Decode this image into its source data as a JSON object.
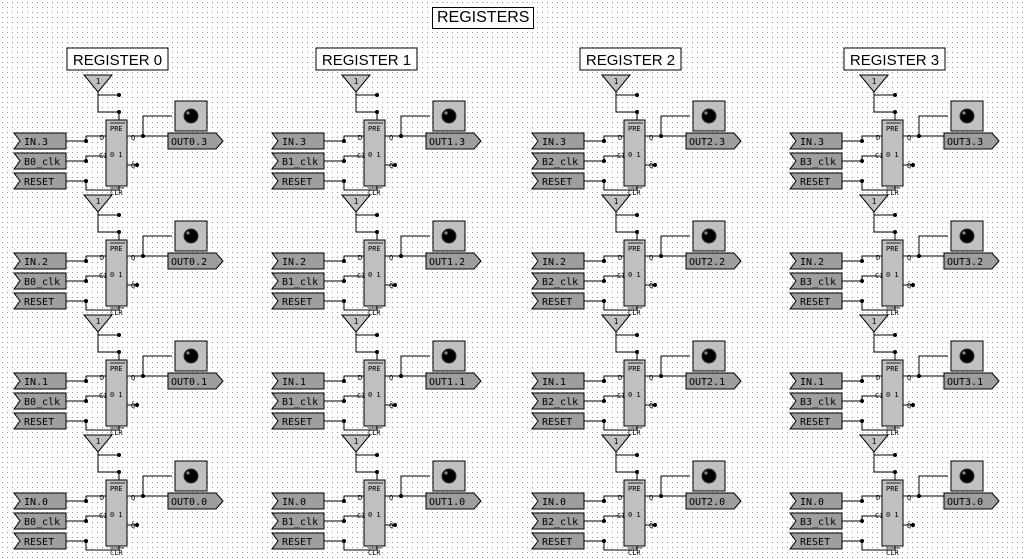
{
  "title": "REGISTERS",
  "registers": [
    {
      "title": "REGISTER 0",
      "clk": "B0_clk",
      "bits": [
        {
          "in": "IN.3",
          "out": "OUT0.3"
        },
        {
          "in": "IN.2",
          "out": "OUT0.2"
        },
        {
          "in": "IN.1",
          "out": "OUT0.1"
        },
        {
          "in": "IN.0",
          "out": "OUT0.0"
        }
      ]
    },
    {
      "title": "REGISTER 1",
      "clk": "B1_clk",
      "bits": [
        {
          "in": "IN.3",
          "out": "OUT1.3"
        },
        {
          "in": "IN.2",
          "out": "OUT1.2"
        },
        {
          "in": "IN.1",
          "out": "OUT1.1"
        },
        {
          "in": "IN.0",
          "out": "OUT1.0"
        }
      ]
    },
    {
      "title": "REGISTER 2",
      "clk": "B2_clk",
      "bits": [
        {
          "in": "IN.3",
          "out": "OUT2.3"
        },
        {
          "in": "IN.2",
          "out": "OUT2.2"
        },
        {
          "in": "IN.1",
          "out": "OUT2.1"
        },
        {
          "in": "IN.0",
          "out": "OUT2.0"
        }
      ]
    },
    {
      "title": "REGISTER 3",
      "clk": "B3_clk",
      "bits": [
        {
          "in": "IN.3",
          "out": "OUT3.3"
        },
        {
          "in": "IN.2",
          "out": "OUT3.2"
        },
        {
          "in": "IN.1",
          "out": "OUT3.1"
        },
        {
          "in": "IN.0",
          "out": "OUT3.0"
        }
      ]
    }
  ],
  "reset_label": "RESET",
  "vcc_label": "1",
  "flipflop": {
    "pre": "PRE",
    "clr": "CLR",
    "d": "D",
    "c": "C1",
    "body": "0 1",
    "q": "Q",
    "qbar": "Q̄"
  },
  "colors": {
    "component": "#c0c0c0",
    "connector": "#9e9e9e",
    "led": "#000000"
  }
}
